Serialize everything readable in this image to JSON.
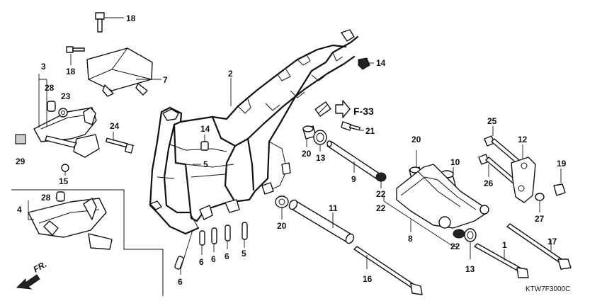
{
  "diagram": {
    "labels": [
      {
        "id": "l18a",
        "text": "18"
      },
      {
        "id": "l18b",
        "text": "18"
      },
      {
        "id": "l7",
        "text": "7"
      },
      {
        "id": "l3",
        "text": "3"
      },
      {
        "id": "l28a",
        "text": "28"
      },
      {
        "id": "l23",
        "text": "23"
      },
      {
        "id": "l24",
        "text": "24"
      },
      {
        "id": "l29",
        "text": "29"
      },
      {
        "id": "l15",
        "text": "15"
      },
      {
        "id": "l4",
        "text": "4"
      },
      {
        "id": "l28b",
        "text": "28"
      },
      {
        "id": "l2",
        "text": "2"
      },
      {
        "id": "l14a",
        "text": "14"
      },
      {
        "id": "l14b",
        "text": "14"
      },
      {
        "id": "l5a",
        "text": "5"
      },
      {
        "id": "l6a",
        "text": "6"
      },
      {
        "id": "l6b",
        "text": "6"
      },
      {
        "id": "l6c",
        "text": "6"
      },
      {
        "id": "l5b",
        "text": "5"
      },
      {
        "id": "l6d",
        "text": "6"
      },
      {
        "id": "l21",
        "text": "21"
      },
      {
        "id": "l20a",
        "text": "20"
      },
      {
        "id": "l13a",
        "text": "13"
      },
      {
        "id": "l9",
        "text": "9"
      },
      {
        "id": "l22a",
        "text": "22"
      },
      {
        "id": "l20b",
        "text": "20"
      },
      {
        "id": "l11",
        "text": "11"
      },
      {
        "id": "l16",
        "text": "16"
      },
      {
        "id": "l20c",
        "text": "20"
      },
      {
        "id": "l10",
        "text": "10"
      },
      {
        "id": "l22b",
        "text": "22"
      },
      {
        "id": "l8",
        "text": "8"
      },
      {
        "id": "l22c",
        "text": "22"
      },
      {
        "id": "l13b",
        "text": "13"
      },
      {
        "id": "l25",
        "text": "25"
      },
      {
        "id": "l12",
        "text": "12"
      },
      {
        "id": "l26",
        "text": "26"
      },
      {
        "id": "l19",
        "text": "19"
      },
      {
        "id": "l27",
        "text": "27"
      },
      {
        "id": "l1",
        "text": "1"
      },
      {
        "id": "l17",
        "text": "17"
      }
    ],
    "reference": "F-33",
    "direction": "FR.",
    "code": "KTW7F3000C"
  }
}
